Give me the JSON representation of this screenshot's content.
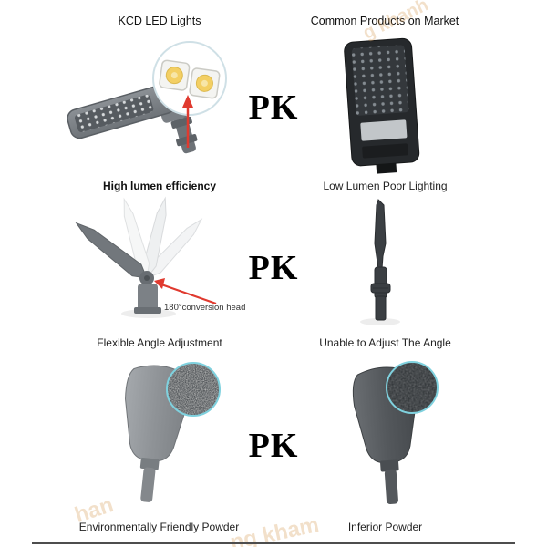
{
  "header": {
    "left": "KCD LED Lights",
    "right": "Common Products on Market"
  },
  "pk_label": "PK",
  "rows": [
    {
      "left_caption": "High lumen efficiency",
      "right_caption": "Low Lumen Poor Lighting"
    },
    {
      "left_caption": "Flexible Angle Adjustment",
      "right_caption": "Unable to Adjust The Angle",
      "annotation": "180°conversion head"
    },
    {
      "left_caption": "Environmentally Friendly Powder",
      "right_caption": "Inferior Powder"
    }
  ],
  "watermarks": [
    "g khanh",
    "han",
    "ng kham"
  ],
  "colors": {
    "accent_red": "#e03a2f",
    "zoom_circle_border": "#7fd1de",
    "watermark": "#d79b54",
    "pk_text": "#000000"
  }
}
